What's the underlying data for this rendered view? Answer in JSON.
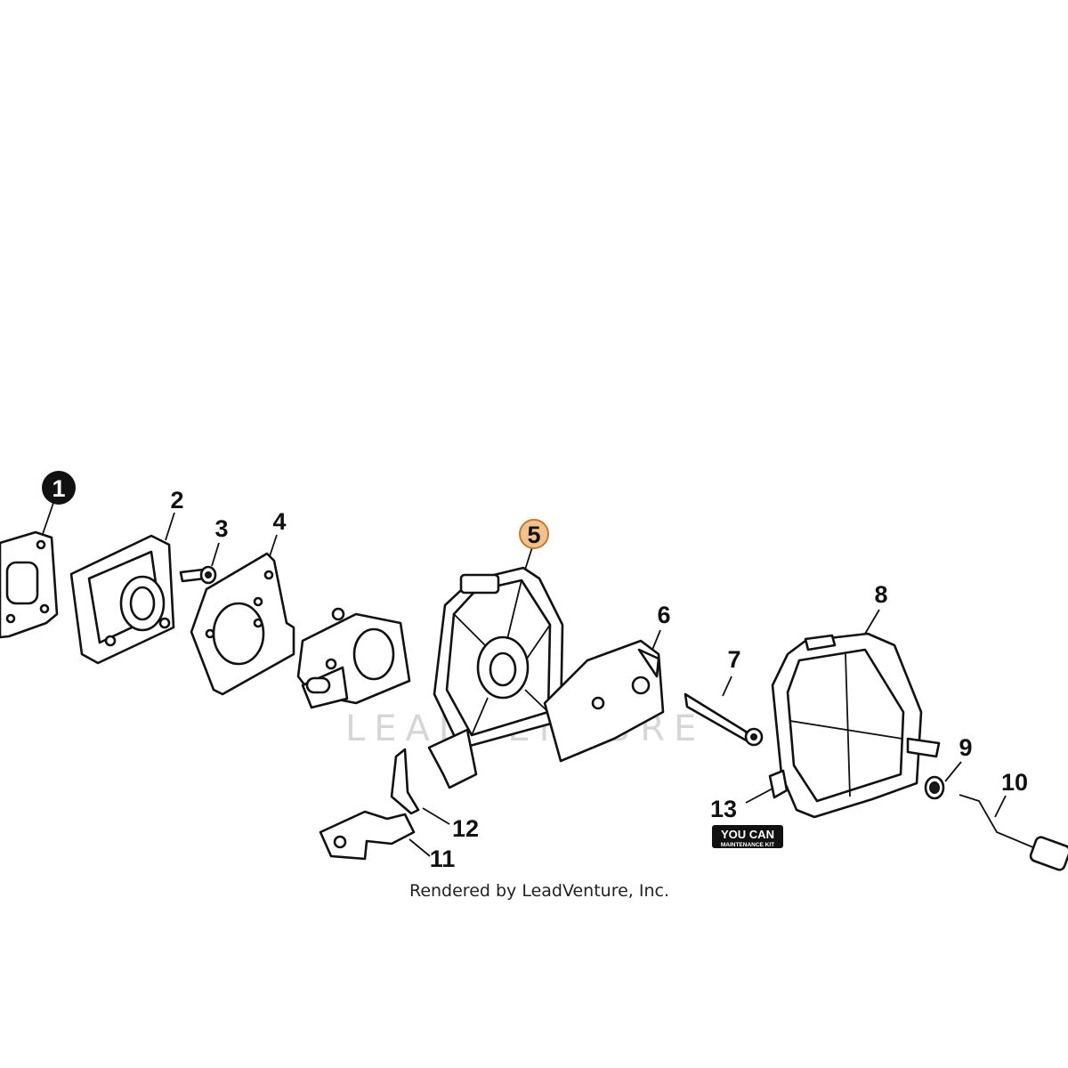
{
  "diagram": {
    "callouts": [
      {
        "id": "1",
        "label": "1",
        "style": "filled-black"
      },
      {
        "id": "2",
        "label": "2",
        "style": "plain"
      },
      {
        "id": "3",
        "label": "3",
        "style": "plain"
      },
      {
        "id": "4",
        "label": "4",
        "style": "plain"
      },
      {
        "id": "5",
        "label": "5",
        "style": "highlighted"
      },
      {
        "id": "6",
        "label": "6",
        "style": "plain"
      },
      {
        "id": "7",
        "label": "7",
        "style": "plain"
      },
      {
        "id": "8",
        "label": "8",
        "style": "plain"
      },
      {
        "id": "9",
        "label": "9",
        "style": "plain"
      },
      {
        "id": "10",
        "label": "10",
        "style": "plain"
      },
      {
        "id": "11",
        "label": "11",
        "style": "plain"
      },
      {
        "id": "12",
        "label": "12",
        "style": "plain"
      },
      {
        "id": "13",
        "label": "13",
        "style": "plain"
      }
    ],
    "badge": {
      "top": "YOU CAN",
      "bottom": "MAINTENANCE KIT"
    },
    "watermark": "LEADVENTURE",
    "credit": "Rendered by LeadVenture, Inc."
  },
  "colors": {
    "highlight_fill": "#f4c08e",
    "highlight_stroke": "#c8782c",
    "line": "#111111",
    "watermark": "#d6d6d6"
  }
}
